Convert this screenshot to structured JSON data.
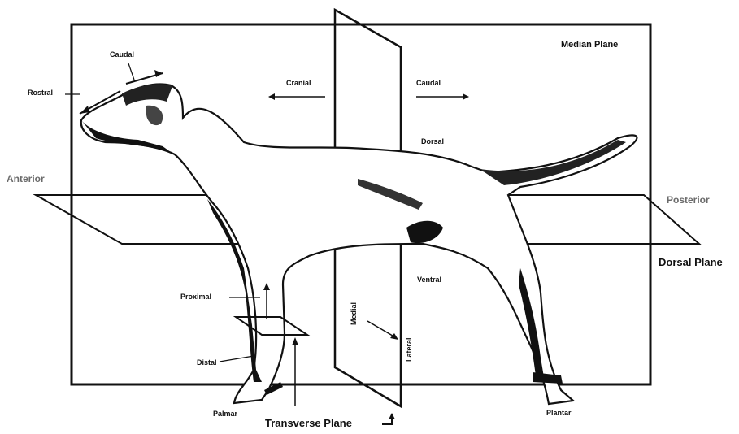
{
  "planes": {
    "median": "Median Plane",
    "dorsal": "Dorsal Plane",
    "transverse": "Transverse Plane"
  },
  "directions": {
    "anterior": "Anterior",
    "posterior": "Posterior",
    "rostral": "Rostral",
    "caudal_head": "Caudal",
    "cranial": "Cranial",
    "caudal_body": "Caudal",
    "dorsal": "Dorsal",
    "ventral": "Ventral",
    "proximal": "Proximal",
    "distal": "Distal",
    "palmar": "Palmar",
    "plantar": "Plantar",
    "medial": "Medial",
    "lateral": "Lateral"
  }
}
